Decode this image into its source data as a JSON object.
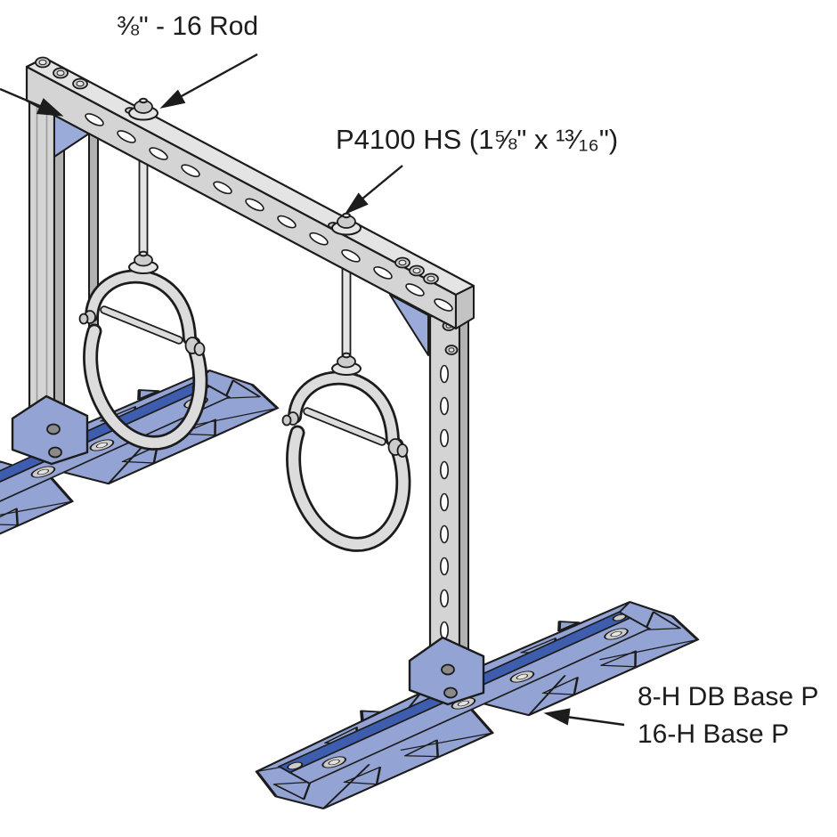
{
  "labels": {
    "rod": "⅜\" - 16 Rod",
    "channel": "P4100 HS (1⅝\" x ¹³⁄₁₆\")",
    "base_line1": "8-H DB Base P",
    "base_line2": "16-H Base P"
  },
  "colors": {
    "bg": "#ffffff",
    "outline": "#1c1c1c",
    "steel_light": "#e4e4e4",
    "steel_mid": "#d4d4d4",
    "steel_dark": "#b2b2b2",
    "steel_cap": "#c3c3c3",
    "nut_gray": "#cccccc",
    "hanger_gray": "#dcdcdc",
    "slot_white": "#ffffff",
    "plate_blue": "#93a3d3",
    "rail_blue": "#3e5dae",
    "gusset_blue": "#9babd9"
  }
}
